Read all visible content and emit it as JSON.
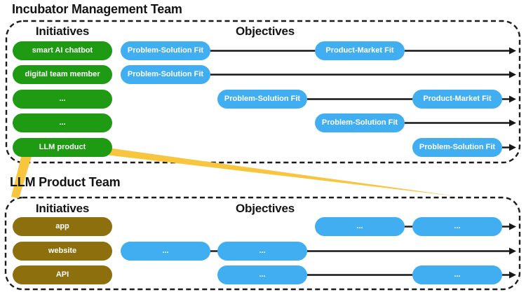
{
  "colors": {
    "initiative_green": "#1e9b13",
    "initiative_olive": "#8e6f0e",
    "objective_blue": "#41aef2",
    "connector_yellow": "#f8c63e",
    "line_black": "#161616"
  },
  "top": {
    "title": "Incubator Management Team",
    "headings": {
      "initiatives": "Initiatives",
      "objectives": "Objectives"
    },
    "initiatives": [
      "smart AI chatbot",
      "digital team member",
      "...",
      "...",
      "LLM product"
    ],
    "objectives": [
      [
        "Problem-Solution Fit",
        "Product-Market Fit"
      ],
      [
        "Problem-Solution Fit"
      ],
      [
        "Problem-Solution Fit",
        "Product-Market Fit"
      ],
      [
        "Problem-Solution Fit"
      ],
      [
        "Problem-Solution Fit"
      ]
    ]
  },
  "bottom": {
    "title": "LLM Product Team",
    "headings": {
      "initiatives": "Initiatives",
      "objectives": "Objectives"
    },
    "initiatives": [
      "app",
      "website",
      "API"
    ],
    "objectives": [
      [
        "...",
        "..."
      ],
      [
        "...",
        "..."
      ],
      [
        "...",
        "..."
      ]
    ]
  }
}
